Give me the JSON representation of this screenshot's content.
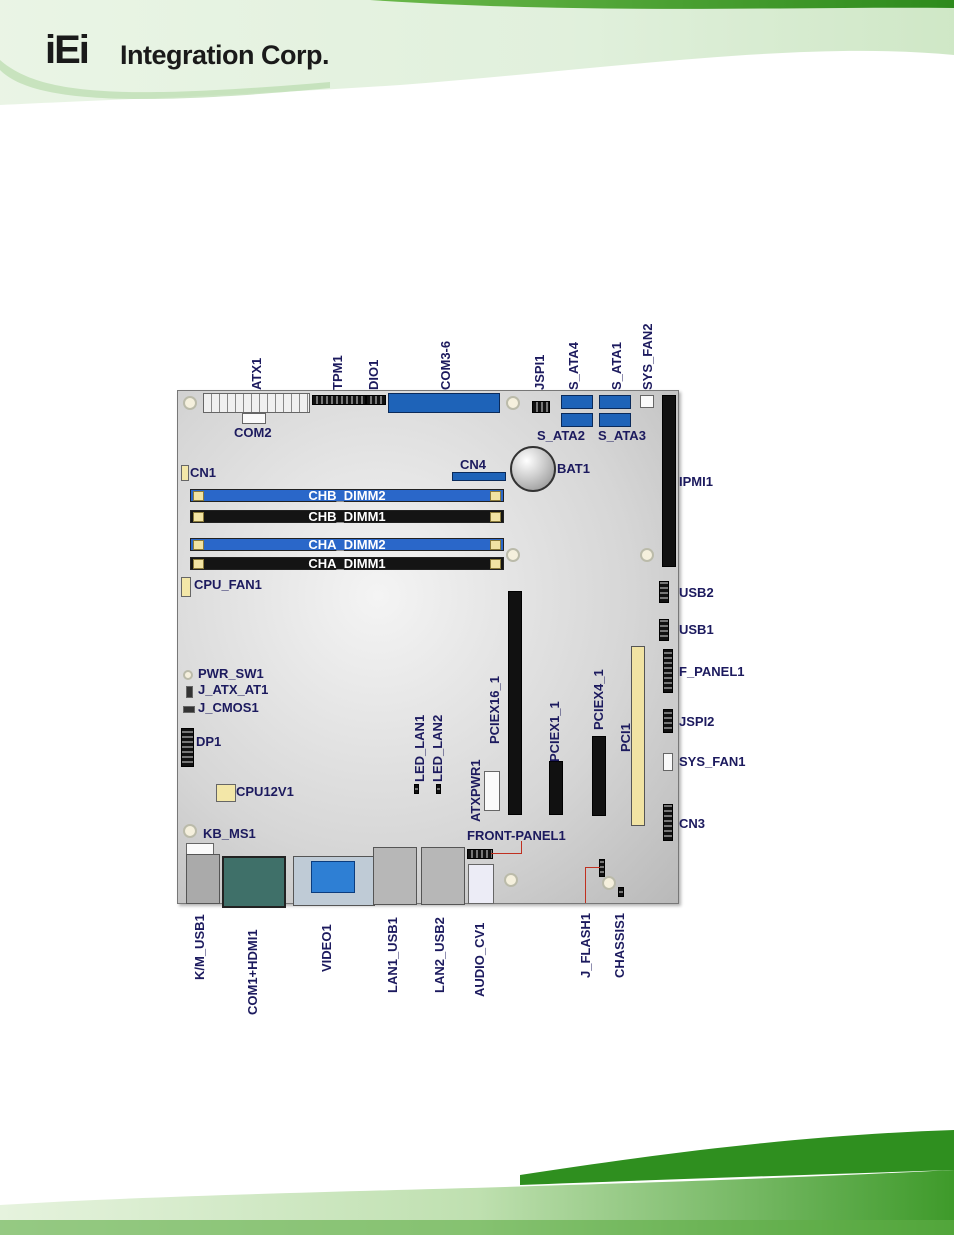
{
  "header": {
    "logo_mark": "iEi",
    "logo_text": "Integration Corp.",
    "accent_color": "#3a9a1a"
  },
  "board": {
    "top_labels": [
      "ATX1",
      "TPM1",
      "DIO1",
      "COM3-6",
      "JSPI1",
      "S_ATA4",
      "S_ATA1",
      "SYS_FAN2"
    ],
    "inner_labels": {
      "com2": "COM2",
      "s_ata2": "S_ATA2",
      "s_ata3": "S_ATA3",
      "cn1": "CN1",
      "cn4": "CN4",
      "bat1": "BAT1",
      "cpu_fan1": "CPU_FAN1",
      "pwr_sw1": "PWR_SW1",
      "j_atx_at1": "J_ATX_AT1",
      "j_cmos1": "J_CMOS1",
      "dp1": "DP1",
      "cpu12v1": "CPU12V1",
      "kb_ms1": "KB_MS1",
      "front_panel1": "FRONT-PANEL1"
    },
    "dimms": [
      "CHB_DIMM2",
      "CHB_DIMM1",
      "CHA_DIMM2",
      "CHA_DIMM1"
    ],
    "vertical_inner": [
      "PCIEX16_1",
      "PCIEX1_1",
      "PCIEX4_1",
      "PCI1",
      "LED_LAN1",
      "LED_LAN2",
      "ATXPWR1"
    ],
    "right_labels": [
      "IPMI1",
      "USB2",
      "USB1",
      "F_PANEL1",
      "JSPI2",
      "SYS_FAN1",
      "CN3"
    ],
    "bottom_labels": [
      "K/M_USB1",
      "COM1+HDMI1",
      "VIDEO1",
      "LAN1_USB1",
      "LAN2_USB2",
      "AUDIO_CV1",
      "J_FLASH1",
      "CHASSIS1"
    ]
  }
}
